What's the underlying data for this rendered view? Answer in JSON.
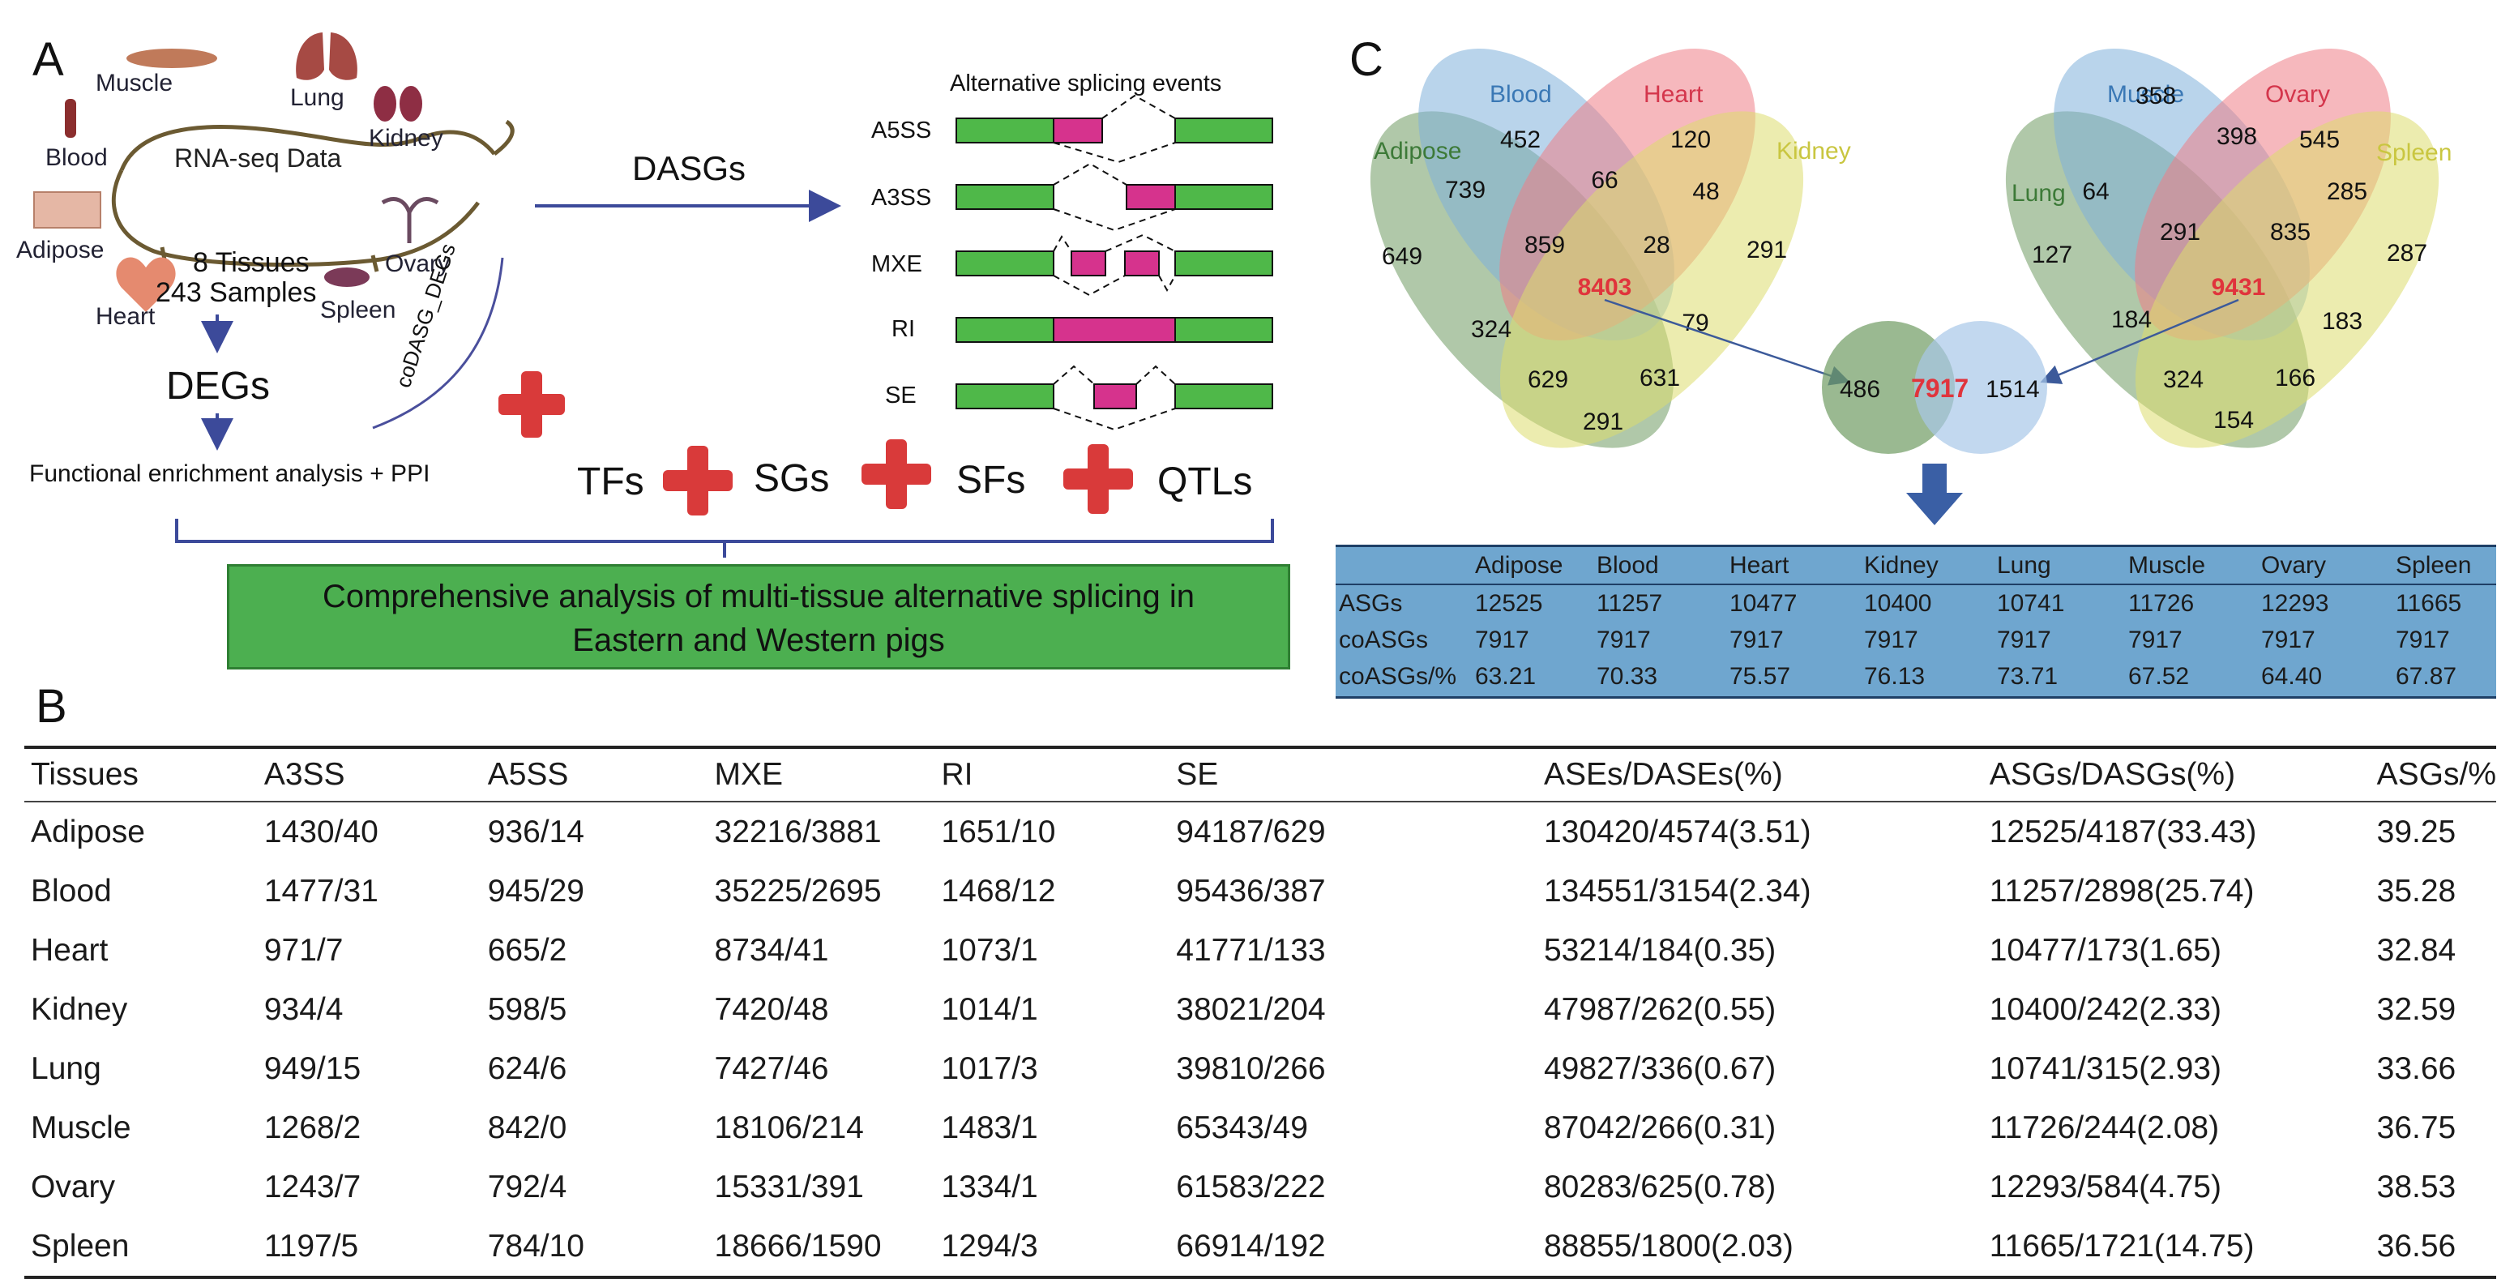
{
  "labels": {
    "a": "A",
    "b": "B",
    "c": "C"
  },
  "panel_a": {
    "tissue_labels": {
      "muscle": "Muscle",
      "lung": "Lung",
      "kidney": "Kidney",
      "blood": "Blood",
      "adipose": "Adipose",
      "ovary": "Ovary",
      "heart": "Heart",
      "spleen": "Spleen"
    },
    "rna_seq": "RNA-seq Data",
    "tissues_count": "8 Tissues",
    "samples_count": "243 Samples",
    "degs": "DEGs",
    "functional": "Functional enrichment analysis + PPI",
    "codasg": "coDASG_DEGs",
    "dasgs": "DASGs",
    "events_title": "Alternative splicing events",
    "events": [
      "A5SS",
      "A3SS",
      "MXE",
      "RI",
      "SE"
    ],
    "items": [
      "TFs",
      "SGs",
      "SFs",
      "QTLs"
    ],
    "banner_line1": "Comprehensive  analysis of multi-tissue alternative splicing in",
    "banner_line2": "Eastern and Western pigs",
    "colors": {
      "exon": "#4fb849",
      "alt": "#d6338d",
      "banner": "#4caf50",
      "plus": "#d93a3a",
      "arrow": "#3c4a9a"
    }
  },
  "panel_c": {
    "venn1": {
      "sets": [
        "Adipose",
        "Blood",
        "Heart",
        "Kidney"
      ],
      "values": [
        "452",
        "120",
        "66",
        "48",
        "739",
        "859",
        "28",
        "291",
        "649",
        "8403",
        "324",
        "79",
        "629",
        "631",
        "291"
      ]
    },
    "venn2": {
      "sets": [
        "Lung",
        "Muscle",
        "Ovary",
        "Spleen"
      ],
      "values": [
        "358",
        "545",
        "398",
        "285",
        "64",
        "291",
        "835",
        "287",
        "127",
        "9431",
        "184",
        "183",
        "324",
        "166",
        "154"
      ]
    },
    "venn_small": {
      "left": "486",
      "center": "7917",
      "right": "1514"
    },
    "table": {
      "header": [
        "",
        "Adipose",
        "Blood",
        "Heart",
        "Kidney",
        "Lung",
        "Muscle",
        "Ovary",
        "Spleen"
      ],
      "rows": [
        [
          "ASGs",
          "12525",
          "11257",
          "10477",
          "10400",
          "10741",
          "11726",
          "12293",
          "11665"
        ],
        [
          "coASGs",
          "7917",
          "7917",
          "7917",
          "7917",
          "7917",
          "7917",
          "7917",
          "7917"
        ],
        [
          "coASGs/%",
          "63.21",
          "70.33",
          "75.57",
          "76.13",
          "73.71",
          "67.52",
          "64.40",
          "67.87"
        ]
      ]
    },
    "colors": {
      "blue": "#7fb0db",
      "red": "#ee7d86",
      "yellow": "#dcdc6e",
      "green": "#6f9b63",
      "highlight": "#e0343c"
    }
  },
  "panel_b": {
    "header": [
      "Tissues",
      "A3SS",
      "A5SS",
      "MXE",
      "RI",
      "SE",
      "ASEs/DASEs(%)",
      "ASGs/DASGs(%)",
      "ASGs/%"
    ],
    "rows": [
      [
        "Adipose",
        "1430/40",
        "936/14",
        "32216/3881",
        "1651/10",
        "94187/629",
        "130420/4574(3.51)",
        "12525/4187(33.43)",
        "39.25"
      ],
      [
        "Blood",
        "1477/31",
        "945/29",
        "35225/2695",
        "1468/12",
        "95436/387",
        "134551/3154(2.34)",
        "11257/2898(25.74)",
        "35.28"
      ],
      [
        "Heart",
        "971/7",
        "665/2",
        "8734/41",
        "1073/1",
        "41771/133",
        "53214/184(0.35)",
        "10477/173(1.65)",
        "32.84"
      ],
      [
        "Kidney",
        "934/4",
        "598/5",
        "7420/48",
        "1014/1",
        "38021/204",
        "47987/262(0.55)",
        "10400/242(2.33)",
        "32.59"
      ],
      [
        "Lung",
        "949/15",
        "624/6",
        "7427/46",
        "1017/3",
        "39810/266",
        "49827/336(0.67)",
        "10741/315(2.93)",
        "33.66"
      ],
      [
        "Muscle",
        "1268/2",
        "842/0",
        "18106/214",
        "1483/1",
        "65343/49",
        "87042/266(0.31)",
        "11726/244(2.08)",
        "36.75"
      ],
      [
        "Ovary",
        "1243/7",
        "792/4",
        "15331/391",
        "1334/1",
        "61583/222",
        "80283/625(0.78)",
        "12293/584(4.75)",
        "38.53"
      ],
      [
        "Spleen",
        "1197/5",
        "784/10",
        "18666/1590",
        "1294/3",
        "66914/192",
        "88855/1800(2.03)",
        "11665/1721(14.75)",
        "36.56"
      ]
    ]
  }
}
